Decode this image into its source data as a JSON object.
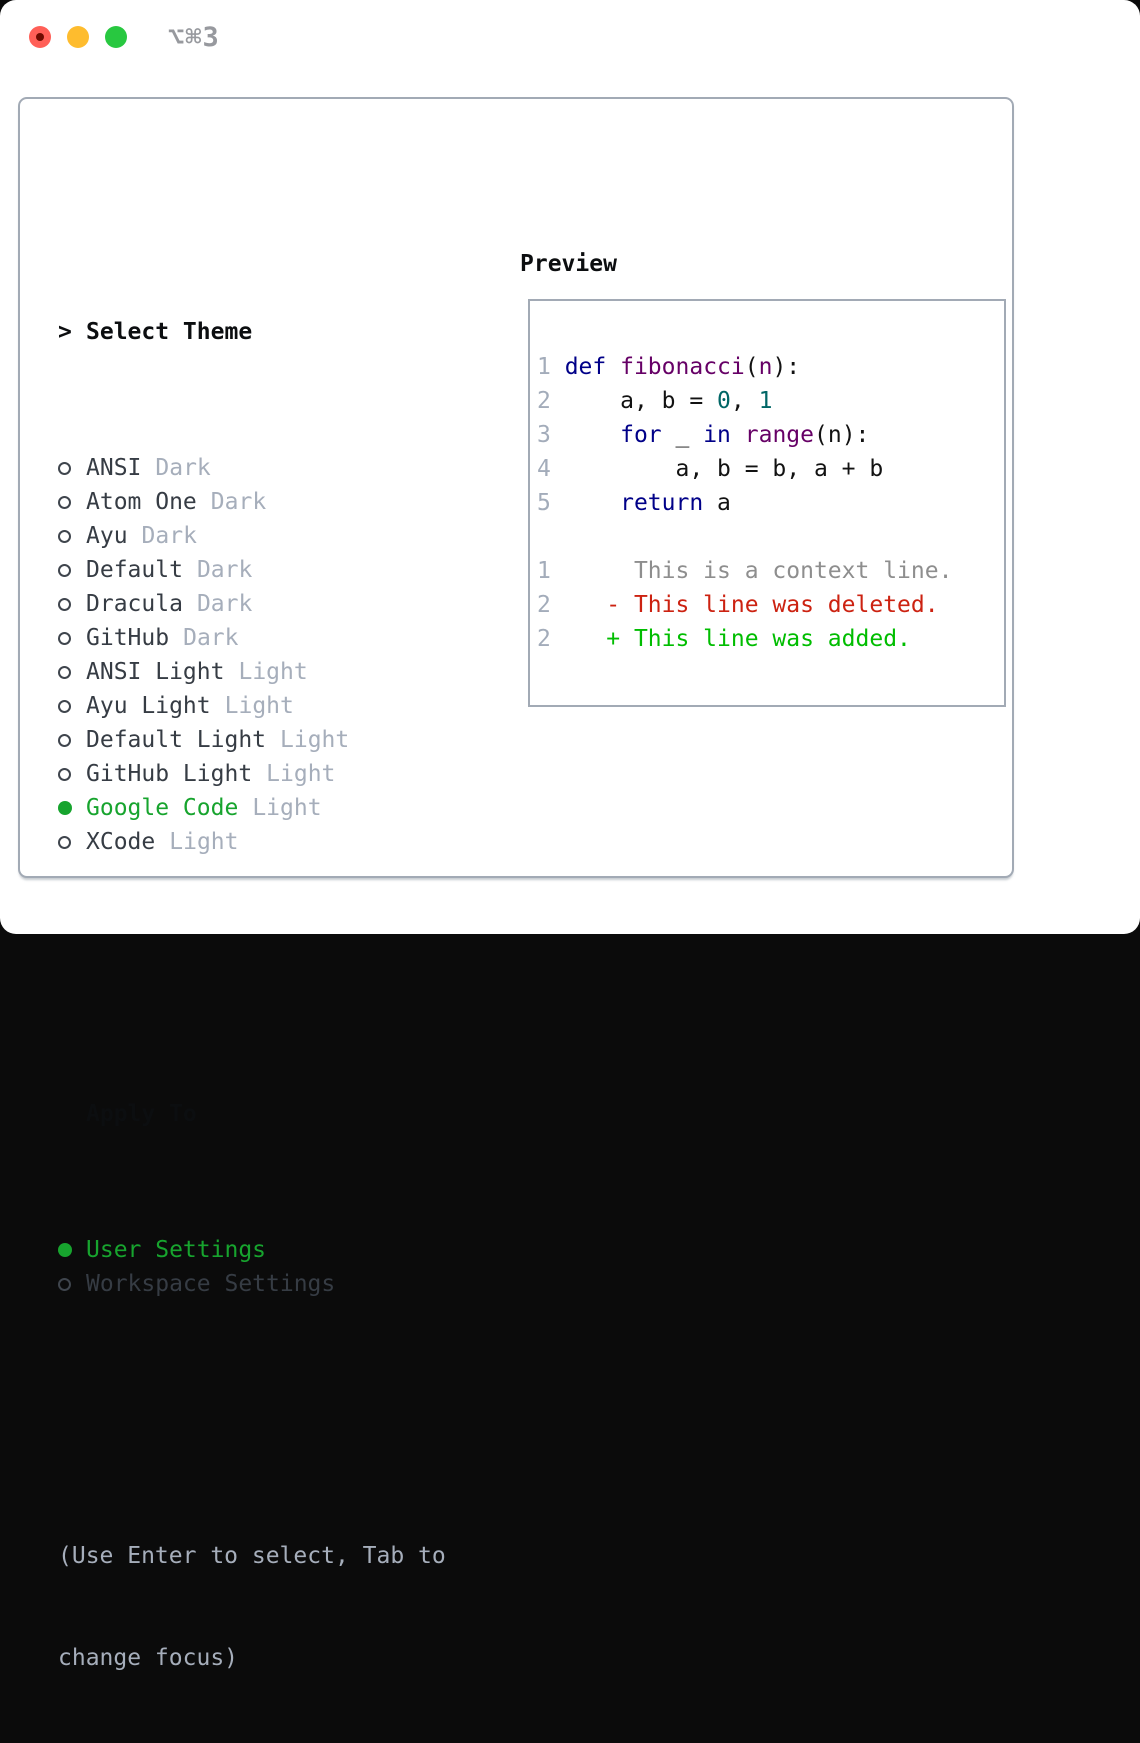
{
  "window": {
    "shortcut": "⌥⌘3"
  },
  "colors": {
    "accent_green": "#17a42e",
    "diff_added": "#00bd00",
    "diff_deleted": "#cc2211",
    "diff_context": "#8e8e8e",
    "code_keyword": "#000088",
    "code_type": "#660066",
    "code_literal": "#006666",
    "code_plain": "#121212",
    "line_number": "#a3acba",
    "text_header": "#0c0e10",
    "text_item": "#363c44",
    "text_muted": "#a6aebb",
    "border": "#a2aab5",
    "titlebar_shortcut": "#97999e",
    "traffic_red": "#ff5f57",
    "traffic_yellow": "#febc2e",
    "traffic_green": "#28c840"
  },
  "theme_panel": {
    "cursor": ">",
    "title": "Select Theme",
    "items": [
      {
        "name": "ANSI",
        "variant": "Dark",
        "selected": false
      },
      {
        "name": "Atom One",
        "variant": "Dark",
        "selected": false
      },
      {
        "name": "Ayu",
        "variant": "Dark",
        "selected": false
      },
      {
        "name": "Default",
        "variant": "Dark",
        "selected": false
      },
      {
        "name": "Dracula",
        "variant": "Dark",
        "selected": false
      },
      {
        "name": "GitHub",
        "variant": "Dark",
        "selected": false
      },
      {
        "name": "ANSI Light",
        "variant": "Light",
        "selected": false
      },
      {
        "name": "Ayu Light",
        "variant": "Light",
        "selected": false
      },
      {
        "name": "Default Light",
        "variant": "Light",
        "selected": false
      },
      {
        "name": "GitHub Light",
        "variant": "Light",
        "selected": false
      },
      {
        "name": "Google Code",
        "variant": "Light",
        "selected": true
      },
      {
        "name": "XCode",
        "variant": "Light",
        "selected": false
      }
    ],
    "apply_to": {
      "title": "Apply To",
      "options": [
        {
          "label": "User Settings",
          "selected": true
        },
        {
          "label": "Workspace Settings",
          "selected": false
        }
      ]
    },
    "hint_lines": [
      "(Use Enter to select, Tab to",
      "change focus)"
    ]
  },
  "preview": {
    "title": "Preview",
    "lines": [
      {
        "kind": "code",
        "tokens": [
          {
            "t": "1 ",
            "c": "num"
          },
          {
            "t": "def",
            "c": "kwd"
          },
          {
            "t": " ",
            "c": "pln"
          },
          {
            "t": "fibonacci",
            "c": "typ"
          },
          {
            "t": "(",
            "c": "pln"
          },
          {
            "t": "n",
            "c": "typ"
          },
          {
            "t": "):",
            "c": "pln"
          }
        ]
      },
      {
        "kind": "code",
        "tokens": [
          {
            "t": "2 ",
            "c": "num"
          },
          {
            "t": "    a, b = ",
            "c": "pln"
          },
          {
            "t": "0",
            "c": "lit"
          },
          {
            "t": ", ",
            "c": "pln"
          },
          {
            "t": "1",
            "c": "lit"
          }
        ]
      },
      {
        "kind": "code",
        "tokens": [
          {
            "t": "3 ",
            "c": "num"
          },
          {
            "t": "    ",
            "c": "pln"
          },
          {
            "t": "for",
            "c": "kwd"
          },
          {
            "t": " _ ",
            "c": "pln"
          },
          {
            "t": "in",
            "c": "kwd"
          },
          {
            "t": " ",
            "c": "pln"
          },
          {
            "t": "range",
            "c": "typ"
          },
          {
            "t": "(n):",
            "c": "pln"
          }
        ]
      },
      {
        "kind": "code",
        "tokens": [
          {
            "t": "4 ",
            "c": "num"
          },
          {
            "t": "        a, b = b, a + b",
            "c": "pln"
          }
        ]
      },
      {
        "kind": "code",
        "tokens": [
          {
            "t": "5 ",
            "c": "num"
          },
          {
            "t": "    ",
            "c": "pln"
          },
          {
            "t": "return",
            "c": "kwd"
          },
          {
            "t": " a",
            "c": "pln"
          }
        ]
      },
      {
        "kind": "blank",
        "tokens": []
      },
      {
        "kind": "diff-context",
        "tokens": [
          {
            "t": "1 ",
            "c": "num"
          },
          {
            "t": "     This is a context line.",
            "c": "ctx"
          }
        ]
      },
      {
        "kind": "diff-deleted",
        "tokens": [
          {
            "t": "2 ",
            "c": "num"
          },
          {
            "t": "   - This line was deleted.",
            "c": "del"
          }
        ]
      },
      {
        "kind": "diff-added",
        "tokens": [
          {
            "t": "2 ",
            "c": "num"
          },
          {
            "t": "   + This line was added.",
            "c": "add"
          }
        ]
      }
    ]
  }
}
